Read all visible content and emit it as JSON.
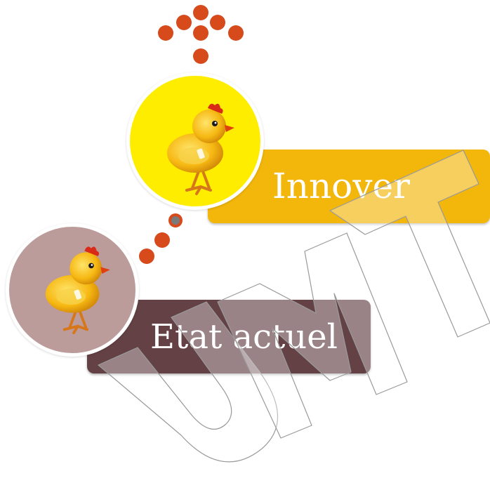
{
  "labels": {
    "innover": "Innover",
    "etat_actuel": "Etat actuel"
  },
  "watermark": {
    "text": "UMT"
  },
  "colors": {
    "dots": "#d64a1c",
    "gray_dot": "#7a7a7a",
    "innover_box": "#f3b60a",
    "etat_box": "#634145",
    "yellow_circle": "#ffed00",
    "mauve_circle": "#bc9b9b"
  },
  "icons": [
    "chick-icon",
    "chick-icon",
    "arrow-up-dots-icon"
  ]
}
